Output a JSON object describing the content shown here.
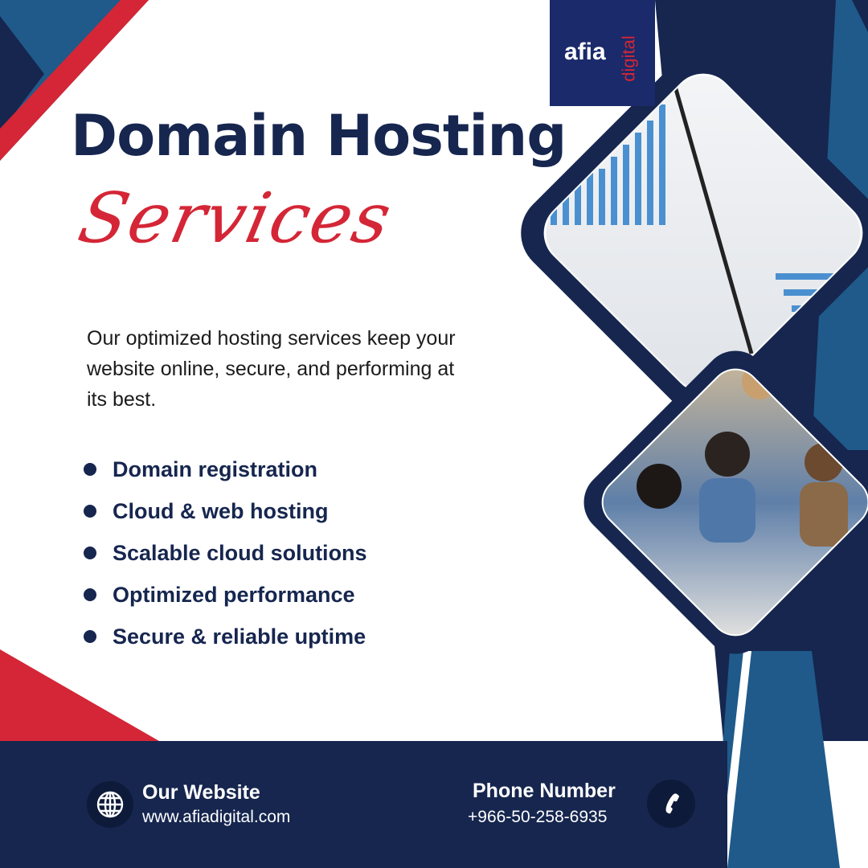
{
  "brand": {
    "name": "afia",
    "sub": "digital"
  },
  "headline": {
    "title": "Domain Hosting",
    "script": "Services"
  },
  "description": "Our optimized hosting services keep your website online, secure, and performing at its best.",
  "features": [
    "Domain registration",
    "Cloud & web hosting",
    "Scalable cloud solutions",
    "Optimized performance",
    "Secure & reliable uptime"
  ],
  "footer": {
    "website_label": "Our Website",
    "website_value": "www.afiadigital.com",
    "phone_label": "Phone Number",
    "phone_value": "+966-50-258-6935"
  },
  "colors": {
    "navy": "#16264f",
    "blue": "#1f5a8a",
    "red": "#d42636"
  },
  "icons": {
    "website": "globe-icon",
    "phone": "phone-icon"
  }
}
